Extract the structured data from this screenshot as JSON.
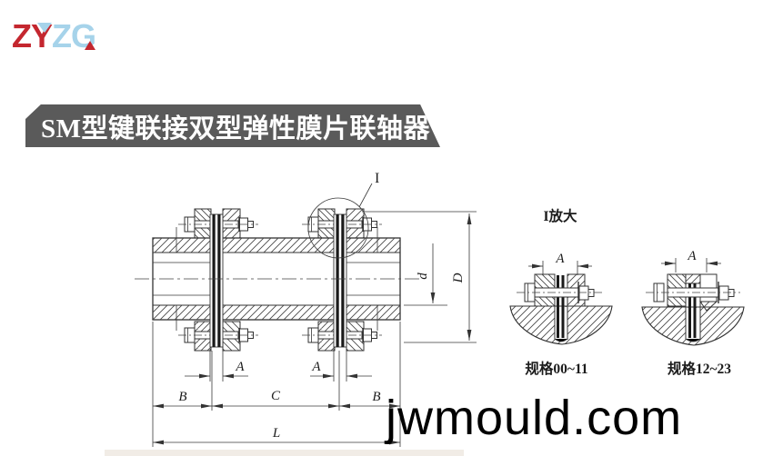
{
  "logo": {
    "text_red": "ZY",
    "text_blue": "ZG"
  },
  "banner": {
    "title": "SM型键联接双型弹性膜片联轴器"
  },
  "drawing": {
    "callout": "I",
    "detail_heading": "I放大",
    "labels": {
      "A": "A",
      "B": "B",
      "C": "C",
      "L": "L",
      "d": "d",
      "D": "D"
    },
    "detail_1_caption": "规格00~11",
    "detail_2_caption": "规格12~23"
  },
  "watermark": {
    "text": "jwmould.com"
  },
  "colors": {
    "logo_red": "#c4272f",
    "logo_blue": "#a6d3ea",
    "banner_gray": "#5a5a5a",
    "line": "#333333"
  }
}
